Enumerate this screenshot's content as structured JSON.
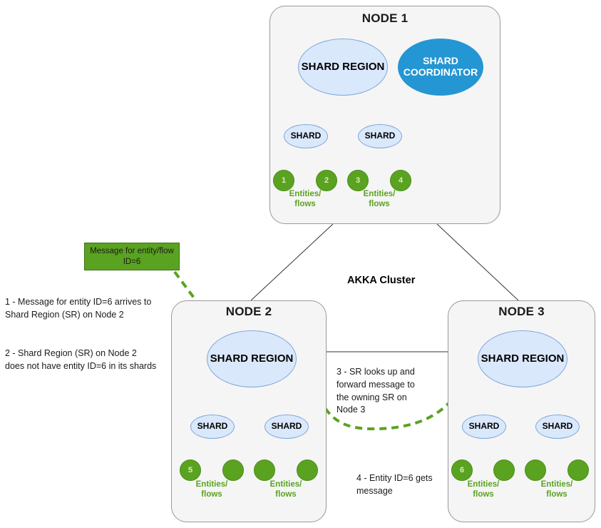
{
  "diagram": {
    "cluster_label": "AKKA Cluster",
    "nodes": [
      {
        "title": "NODE 1",
        "shard_region": "SHARD REGION",
        "coordinator": "SHARD COORDINATOR",
        "shards": [
          "SHARD",
          "SHARD"
        ],
        "entities": [
          "1",
          "2",
          "3",
          "4"
        ],
        "entity_labels": [
          "Entities/\nflows",
          "Entities/\nflows"
        ]
      },
      {
        "title": "NODE 2",
        "shard_region": "SHARD REGION",
        "shards": [
          "SHARD",
          "SHARD"
        ],
        "entities": [
          "5",
          "",
          "",
          ""
        ],
        "entity_labels": [
          "Entities/\nflows",
          "Entities/\nflows"
        ]
      },
      {
        "title": "NODE 3",
        "shard_region": "SHARD REGION",
        "shards": [
          "SHARD",
          "SHARD"
        ],
        "entities": [
          "6",
          "",
          "",
          ""
        ],
        "entity_labels": [
          "Entities/\nflows",
          "Entities/\nflows"
        ]
      }
    ],
    "message_box": "Message for entity/flow\nID=6",
    "notes": [
      "1 - Message for entity ID=6 arrives to\nShard Region (SR) on Node 2",
      "2 - Shard Region (SR) on Node 2\ndoes not have entity ID=6 in its shards",
      "3 - SR looks up and\nforward message to\nthe owning SR on\nNode 3",
      "4 - Entity ID=6 gets\nmessage"
    ],
    "colors": {
      "node_fill": "#f5f5f5",
      "node_border": "#999999",
      "region_fill": "#dae8fc",
      "region_border": "#7ea6d9",
      "coordinator_fill": "#2496d3",
      "entity_fill": "#5aa321",
      "entity_border": "#4d8c1b",
      "flow_arrow": "#5aa321",
      "link_line": "#333333"
    }
  }
}
